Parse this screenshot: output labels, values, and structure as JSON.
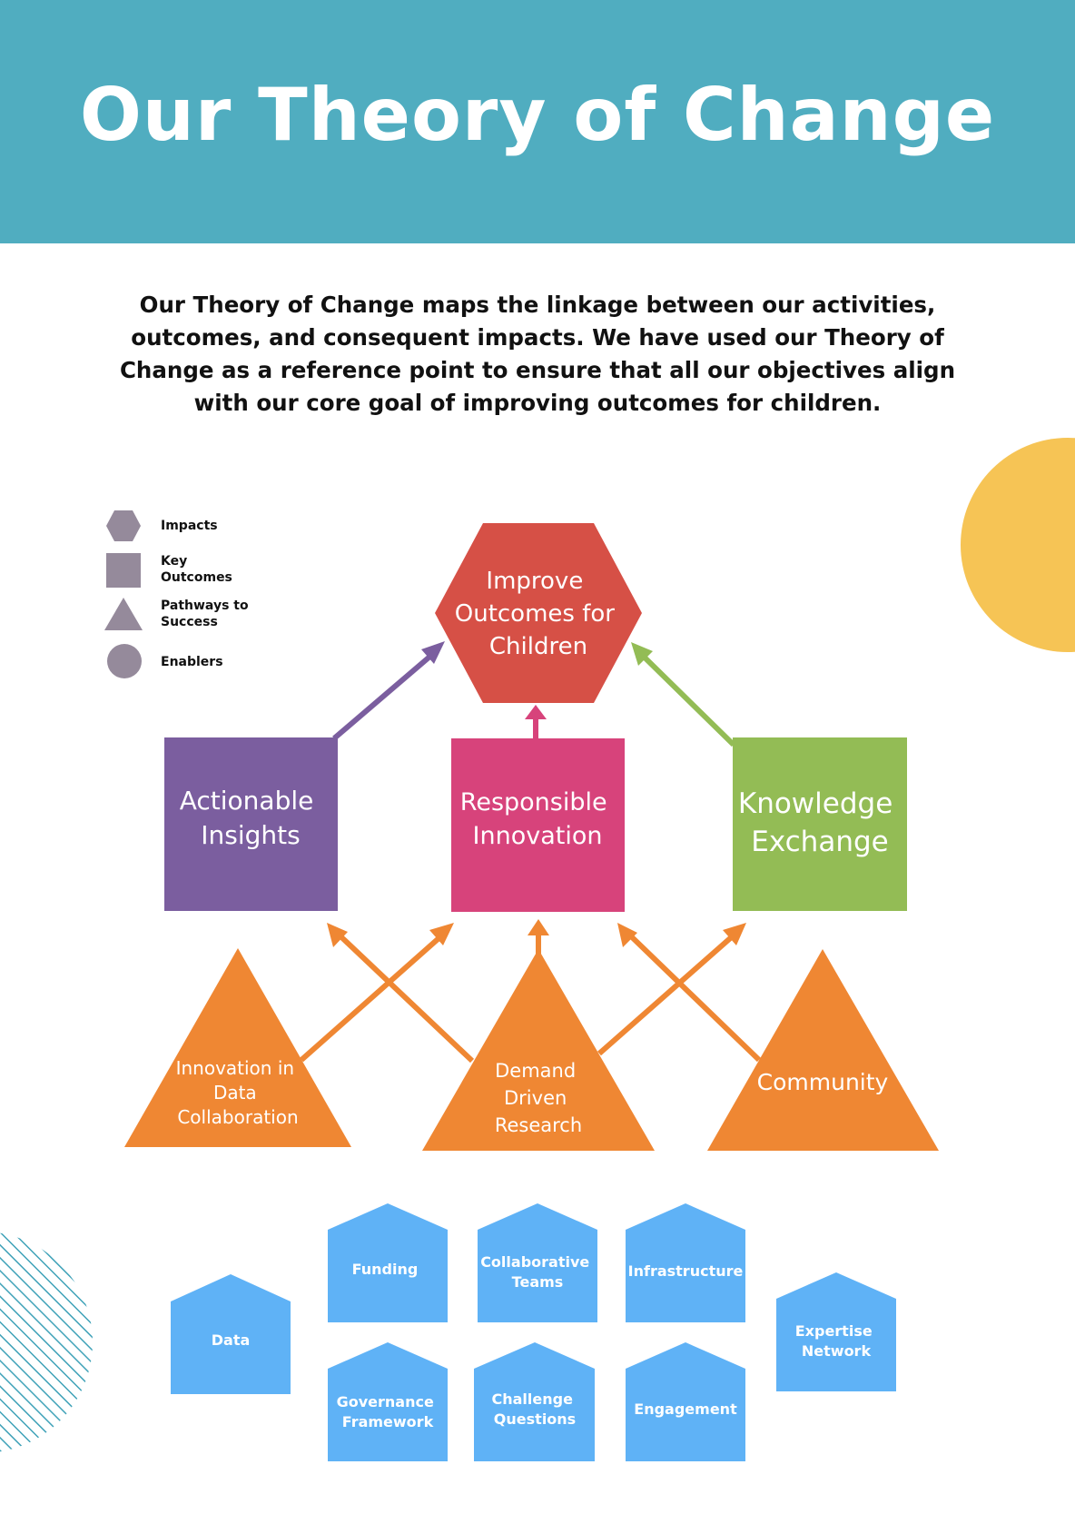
{
  "title": "Our Theory of Change",
  "intro": "Our Theory of Change maps the linkage between our activities, outcomes, and consequent impacts. We have used our Theory of Change as a reference point to ensure that all our objectives align with our core goal of improving outcomes for children.",
  "colors": {
    "header": "#50adc0",
    "impact": "#d65046",
    "actionable": "#7b5e9f",
    "responsible": "#d7437b",
    "knowledge": "#93bc55",
    "pathway": "#ef8733",
    "enabler": "#5fb2f6",
    "legend": "#958a9b",
    "circle": "#f6c455",
    "stripes": "#3fa2b8"
  },
  "legend": [
    {
      "shape": "hexagon",
      "label": [
        "Impacts"
      ]
    },
    {
      "shape": "square",
      "label": [
        "Key",
        "Outcomes"
      ]
    },
    {
      "shape": "triangle",
      "label": [
        "Pathways to",
        "Success"
      ]
    },
    {
      "shape": "circle",
      "label": [
        "Enablers"
      ]
    }
  ],
  "impact": {
    "label": [
      "Improve",
      "Outcomes for",
      "Children"
    ]
  },
  "outcomes": [
    {
      "label": [
        "Actionable",
        "Insights"
      ]
    },
    {
      "label": [
        "Responsible",
        "Innovation"
      ]
    },
    {
      "label": [
        "Knowledge",
        "Exchange"
      ]
    }
  ],
  "pathways": [
    {
      "label": [
        "Innovation in",
        "Data",
        "Collaboration"
      ]
    },
    {
      "label": [
        "Demand",
        "Driven",
        "Research"
      ]
    },
    {
      "label": [
        "Community"
      ]
    }
  ],
  "enablers": [
    {
      "label": [
        "Data"
      ]
    },
    {
      "label": [
        "Funding"
      ]
    },
    {
      "label": [
        "Governance",
        "Framework"
      ]
    },
    {
      "label": [
        "Collaborative",
        "Teams"
      ]
    },
    {
      "label": [
        "Challenge",
        "Questions"
      ]
    },
    {
      "label": [
        "Infrastructure"
      ]
    },
    {
      "label": [
        "Engagement"
      ]
    },
    {
      "label": [
        "Expertise",
        "Network"
      ]
    }
  ]
}
